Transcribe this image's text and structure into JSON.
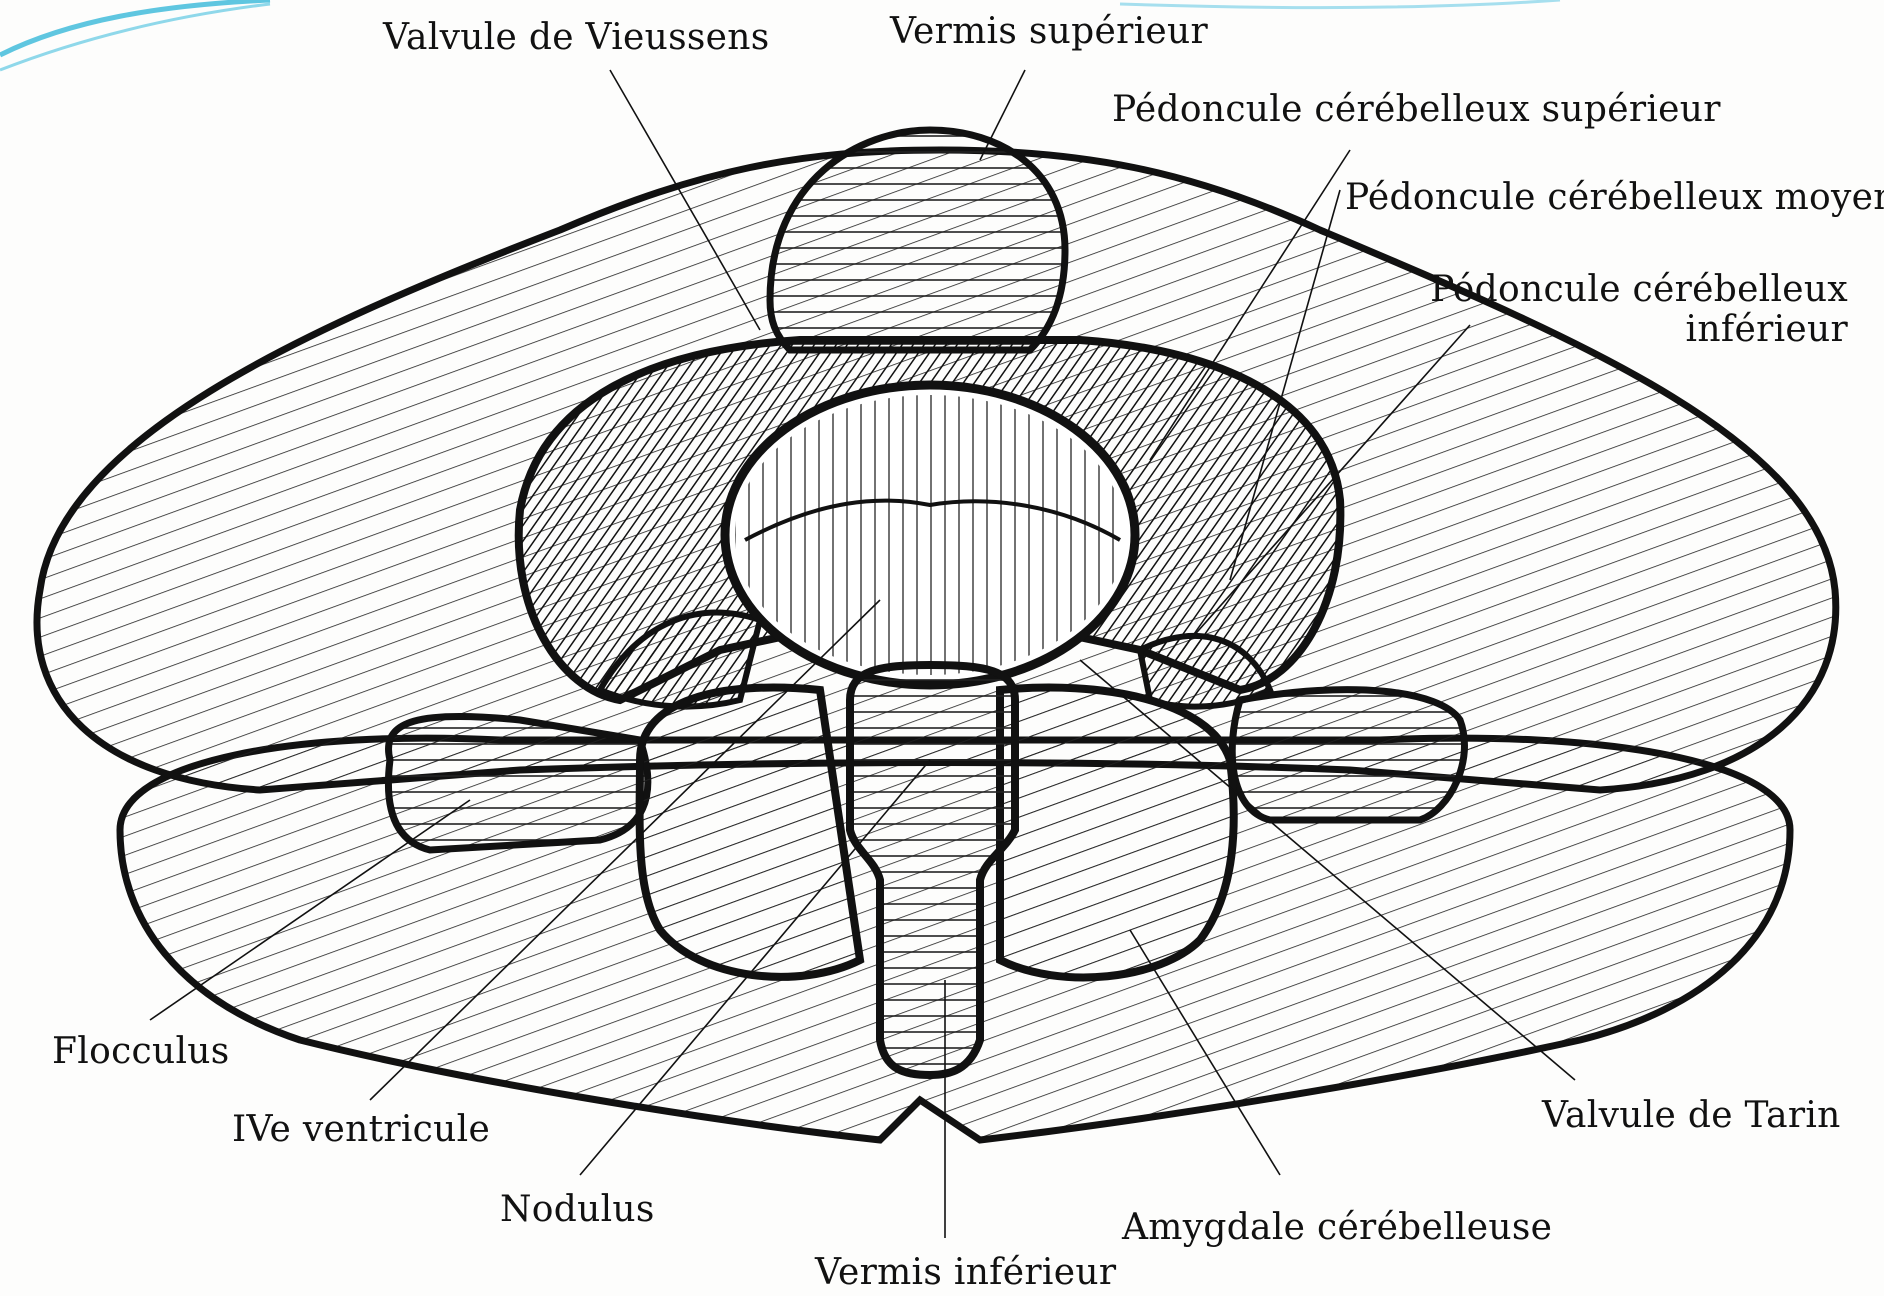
{
  "diagram": {
    "labels": {
      "valvule_vieussens": "Valvule de Vieussens",
      "vermis_superieur": "Vermis supérieur",
      "pedoncule_superieur": "Pédoncule cérébelleux supérieur",
      "pedoncule_moyen": "Pédoncule cérébelleux moyen",
      "pedoncule_inferieur_line1": "Pédoncule cérébelleux",
      "pedoncule_inferieur_line2": "inférieur",
      "flocculus": "Flocculus",
      "ive_ventricule": "IVe ventricule",
      "nodulus": "Nodulus",
      "vermis_inferieur": "Vermis inférieur",
      "amygdale": "Amygdale cérébelleuse",
      "valvule_tarin": "Valvule de Tarin"
    },
    "colors": {
      "ink": "#111111",
      "background": "#fdfdfc",
      "accent_swoosh": "#5fc6e0"
    }
  }
}
